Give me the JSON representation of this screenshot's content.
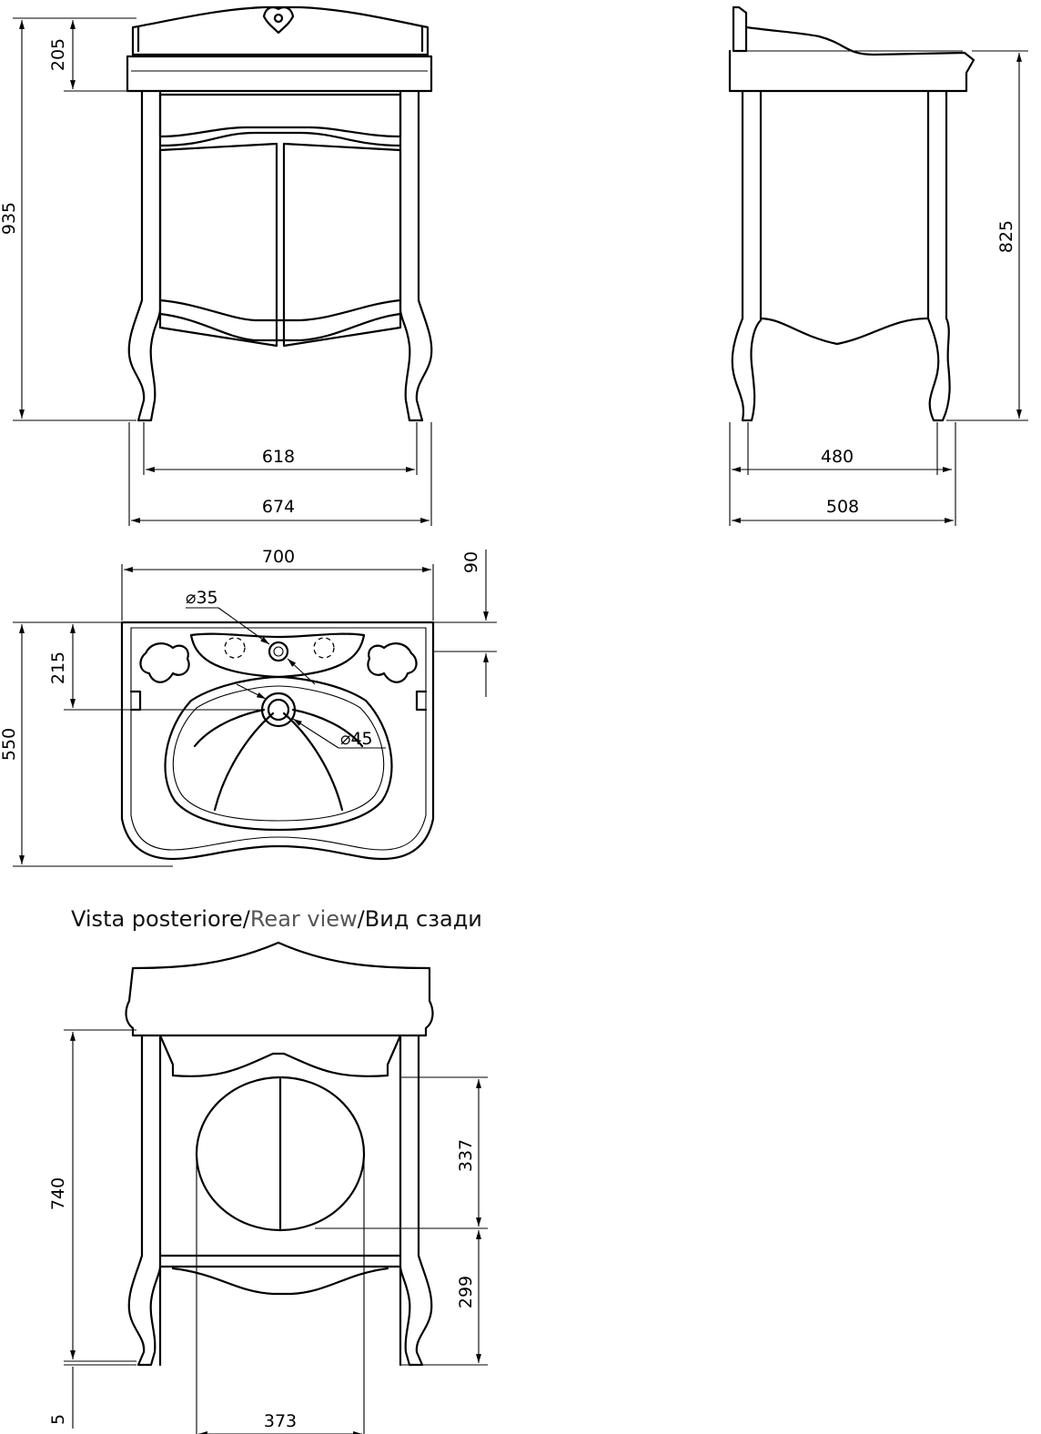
{
  "dimensions": {
    "front": {
      "top_height": "205",
      "total_height": "935",
      "inner_width": "618",
      "outer_width": "674"
    },
    "side": {
      "height": "825",
      "inner_depth": "480",
      "outer_depth": "508"
    },
    "top_view": {
      "width": "700",
      "edge_offset": "90",
      "hole_distance": "215",
      "depth": "550",
      "tap_hole": "⌀35",
      "drain_hole": "⌀45"
    },
    "rear": {
      "height": "740",
      "opening_height": "337",
      "lower_height": "299",
      "opening_width": "373",
      "foot": "5"
    }
  },
  "caption": {
    "it": "Vista posteriore",
    "sep1": "/",
    "en": "Rear view",
    "sep2": "/",
    "ru": "Вид сзади"
  }
}
